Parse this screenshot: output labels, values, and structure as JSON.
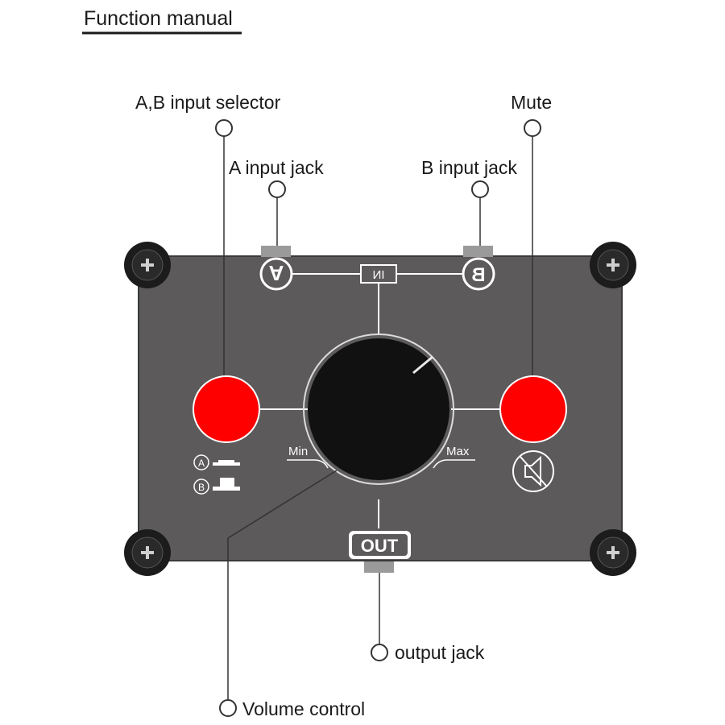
{
  "title": "Function manual",
  "callouts": {
    "selector": "A,B input selector",
    "mute": "Mute",
    "a_jack": "A input jack",
    "b_jack": "B input jack",
    "output_jack": "output jack",
    "volume": "Volume control"
  },
  "panel": {
    "input_label": "IN",
    "output_label": "OUT",
    "a_badge": "A",
    "b_badge": "B",
    "min_label": "Min",
    "max_label": "Max",
    "legend_a": "A",
    "legend_b": "B"
  },
  "colors": {
    "panel": "#5c5a5a",
    "button": "#ff0000",
    "knob": "#111111",
    "screw": "#1c1c1c",
    "jack": "#9a9a9a"
  },
  "icons": [
    "screw-icon",
    "mute-speaker-icon",
    "button-state-icon"
  ]
}
